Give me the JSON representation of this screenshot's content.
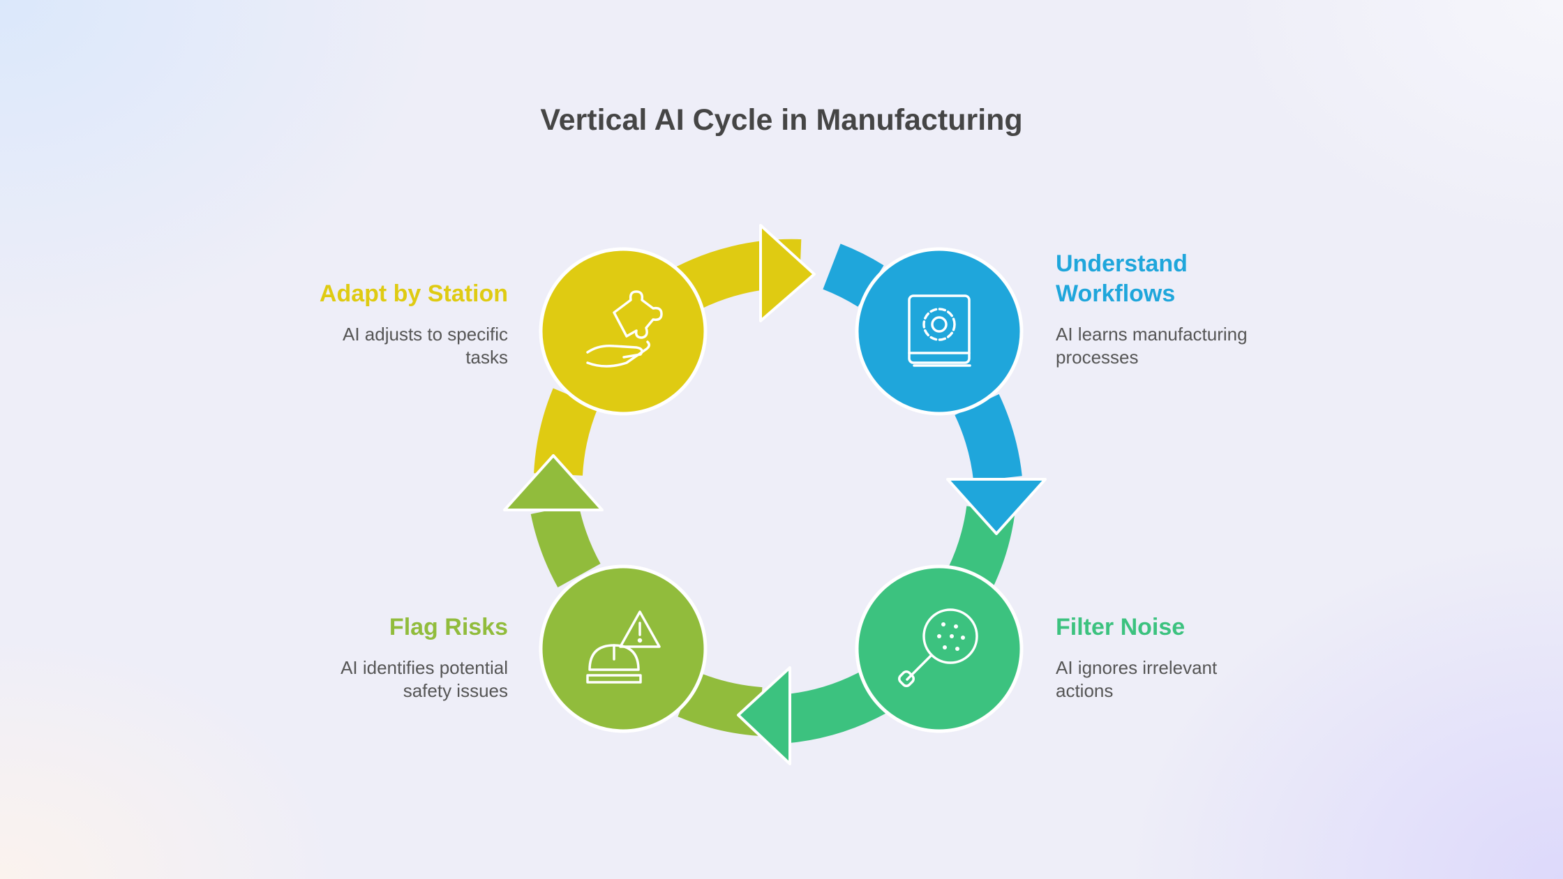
{
  "title": "Vertical AI Cycle in Manufacturing",
  "colors": {
    "yellow": "#DFCB12",
    "blue": "#1FA6DB",
    "green": "#3CC27F",
    "olive": "#91BC3C",
    "title": "#454545",
    "description": "#555555"
  },
  "steps": [
    {
      "id": "understand",
      "title_lines": [
        "Understand",
        "Workflows"
      ],
      "description_lines": [
        "AI learns manufacturing",
        "processes"
      ],
      "color": "#1FA6DB",
      "icon": "book-gear-icon"
    },
    {
      "id": "filter",
      "title_lines": [
        "Filter Noise"
      ],
      "description_lines": [
        "AI ignores irrelevant",
        "actions"
      ],
      "color": "#3CC27F",
      "icon": "dotted-magnifier-icon"
    },
    {
      "id": "flag",
      "title_lines": [
        "Flag Risks"
      ],
      "description_lines": [
        "AI identifies potential",
        "safety issues"
      ],
      "color": "#91BC3C",
      "icon": "hardhat-warning-icon"
    },
    {
      "id": "adapt",
      "title_lines": [
        "Adapt by Station"
      ],
      "description_lines": [
        "AI adjusts to specific",
        "tasks"
      ],
      "color": "#DFCB12",
      "icon": "puzzle-hand-icon"
    }
  ]
}
